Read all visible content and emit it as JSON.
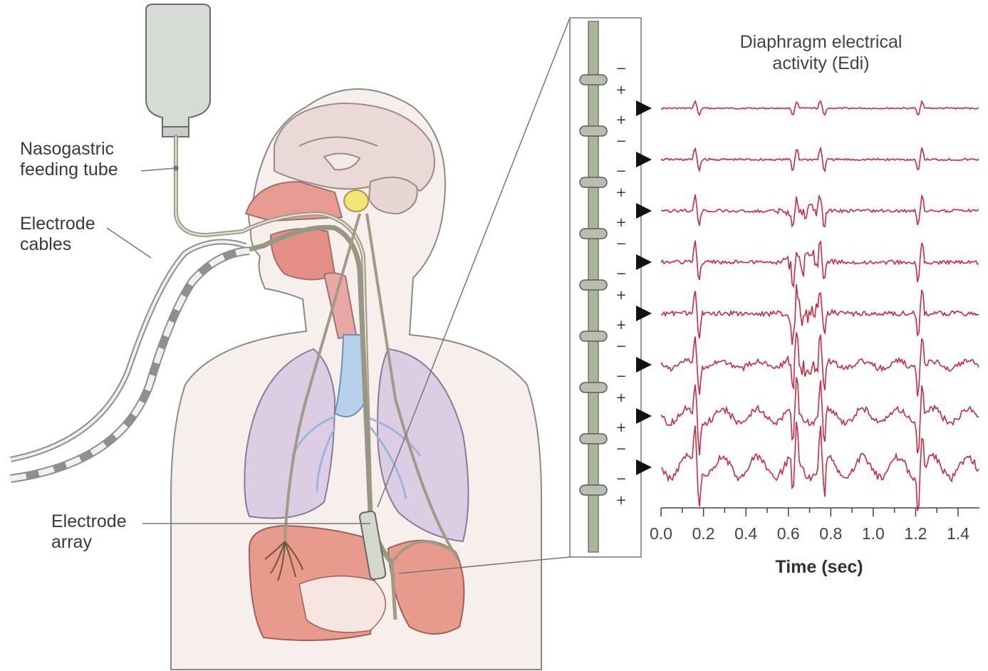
{
  "labels": {
    "feeding_tube": "Nasogastric\nfeeding tube",
    "electrode_cables": "Electrode\ncables",
    "electrode_array": "Electrode\narray"
  },
  "edi_panel": {
    "title": "Diaphragm electrical\nactivity (Edi)",
    "x_axis_title": "Time (sec)",
    "x_ticks": [
      "0.0",
      "0.2",
      "0.4",
      "0.6",
      "0.8",
      "1.0",
      "1.2",
      "1.4"
    ],
    "x_range": [
      0.0,
      1.4
    ],
    "channel_count": 8,
    "electrode_count": 9,
    "signal_color": "#d0283c"
  },
  "colors": {
    "skin": "#f4ece8",
    "lung": "#d9cbe0",
    "airway": "#b9d2ea",
    "organ": "#e59b8f",
    "tube": "#a19b86",
    "catheter": "#9fac95"
  }
}
